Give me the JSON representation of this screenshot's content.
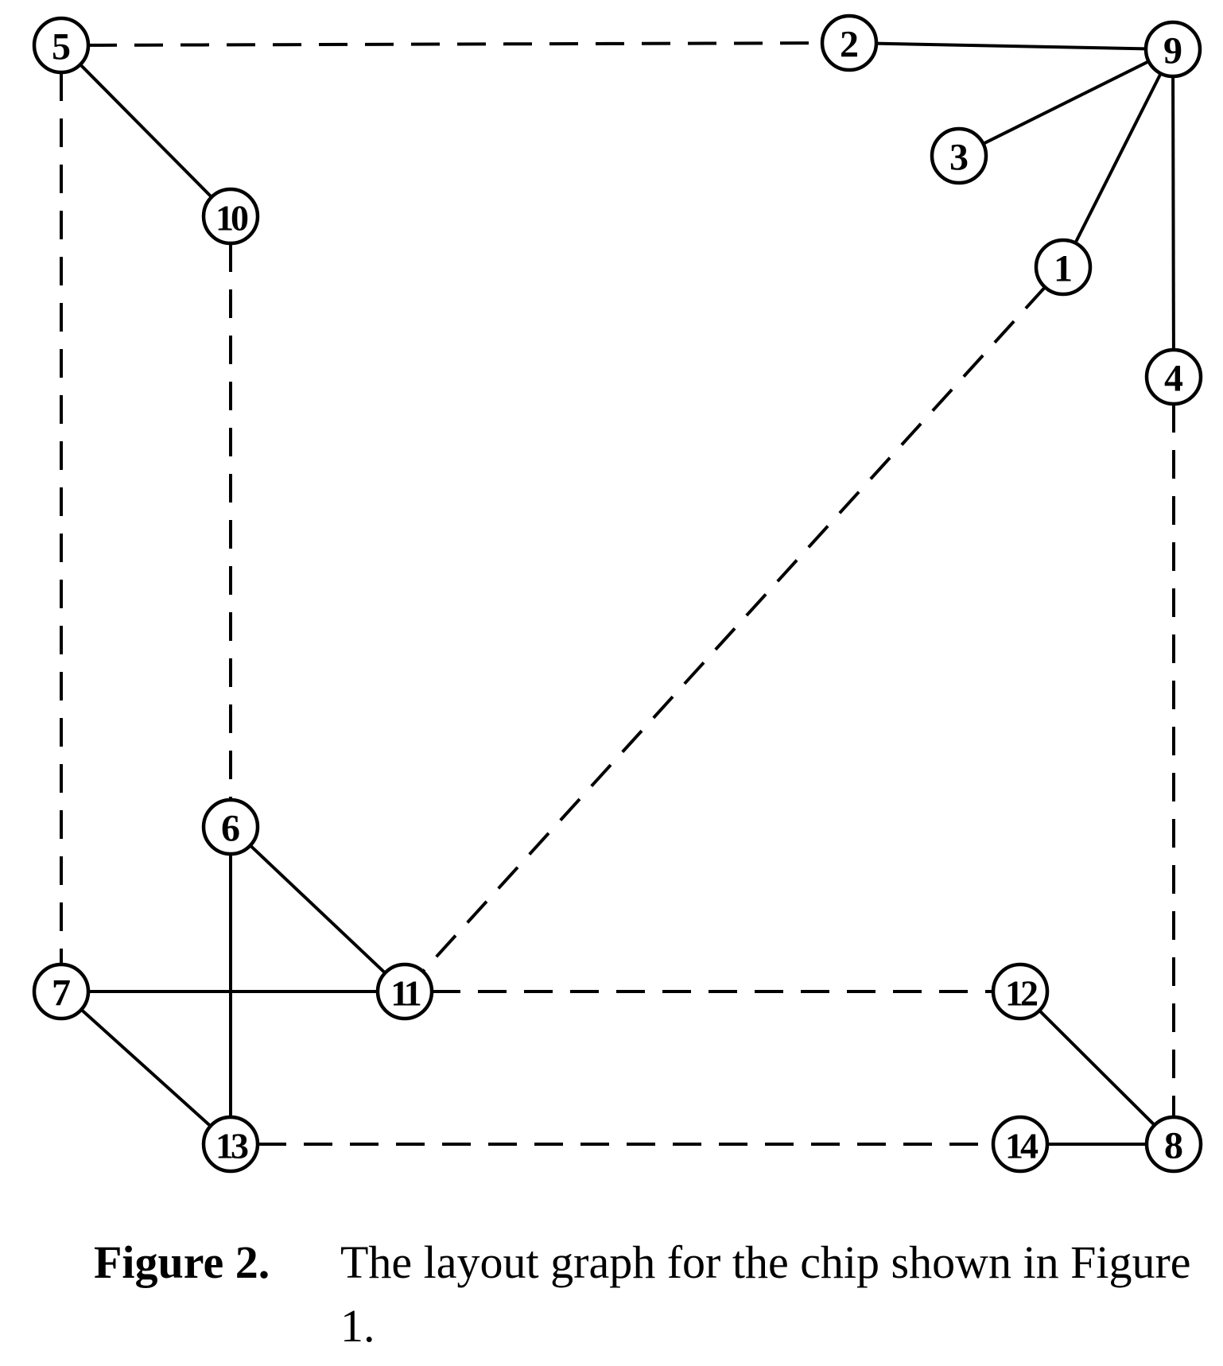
{
  "figure": {
    "label": "Figure 2.",
    "caption": "The layout graph for the chip shown in Figure 1."
  },
  "nodes": [
    {
      "id": "1",
      "label": "1"
    },
    {
      "id": "2",
      "label": "2"
    },
    {
      "id": "3",
      "label": "3"
    },
    {
      "id": "4",
      "label": "4"
    },
    {
      "id": "5",
      "label": "5"
    },
    {
      "id": "6",
      "label": "6"
    },
    {
      "id": "7",
      "label": "7"
    },
    {
      "id": "8",
      "label": "8"
    },
    {
      "id": "9",
      "label": "9"
    },
    {
      "id": "10",
      "label": "10"
    },
    {
      "id": "11",
      "label": "11"
    },
    {
      "id": "12",
      "label": "12"
    },
    {
      "id": "13",
      "label": "13"
    },
    {
      "id": "14",
      "label": "14"
    }
  ],
  "edges": [
    {
      "from": "5",
      "to": "2",
      "style": "dashed"
    },
    {
      "from": "2",
      "to": "9",
      "style": "solid"
    },
    {
      "from": "9",
      "to": "3",
      "style": "solid"
    },
    {
      "from": "9",
      "to": "1",
      "style": "solid"
    },
    {
      "from": "9",
      "to": "4",
      "style": "solid"
    },
    {
      "from": "5",
      "to": "10",
      "style": "solid"
    },
    {
      "from": "5",
      "to": "7",
      "style": "dashed"
    },
    {
      "from": "10",
      "to": "6",
      "style": "dashed"
    },
    {
      "from": "1",
      "to": "11",
      "style": "dashed"
    },
    {
      "from": "4",
      "to": "8",
      "style": "dashed"
    },
    {
      "from": "6",
      "to": "11",
      "style": "solid"
    },
    {
      "from": "6",
      "to": "13",
      "style": "solid"
    },
    {
      "from": "7",
      "to": "11",
      "style": "solid"
    },
    {
      "from": "7",
      "to": "13",
      "style": "solid"
    },
    {
      "from": "11",
      "to": "12",
      "style": "dashed"
    },
    {
      "from": "12",
      "to": "8",
      "style": "solid"
    },
    {
      "from": "13",
      "to": "14",
      "style": "dashed"
    },
    {
      "from": "14",
      "to": "8",
      "style": "solid"
    }
  ]
}
